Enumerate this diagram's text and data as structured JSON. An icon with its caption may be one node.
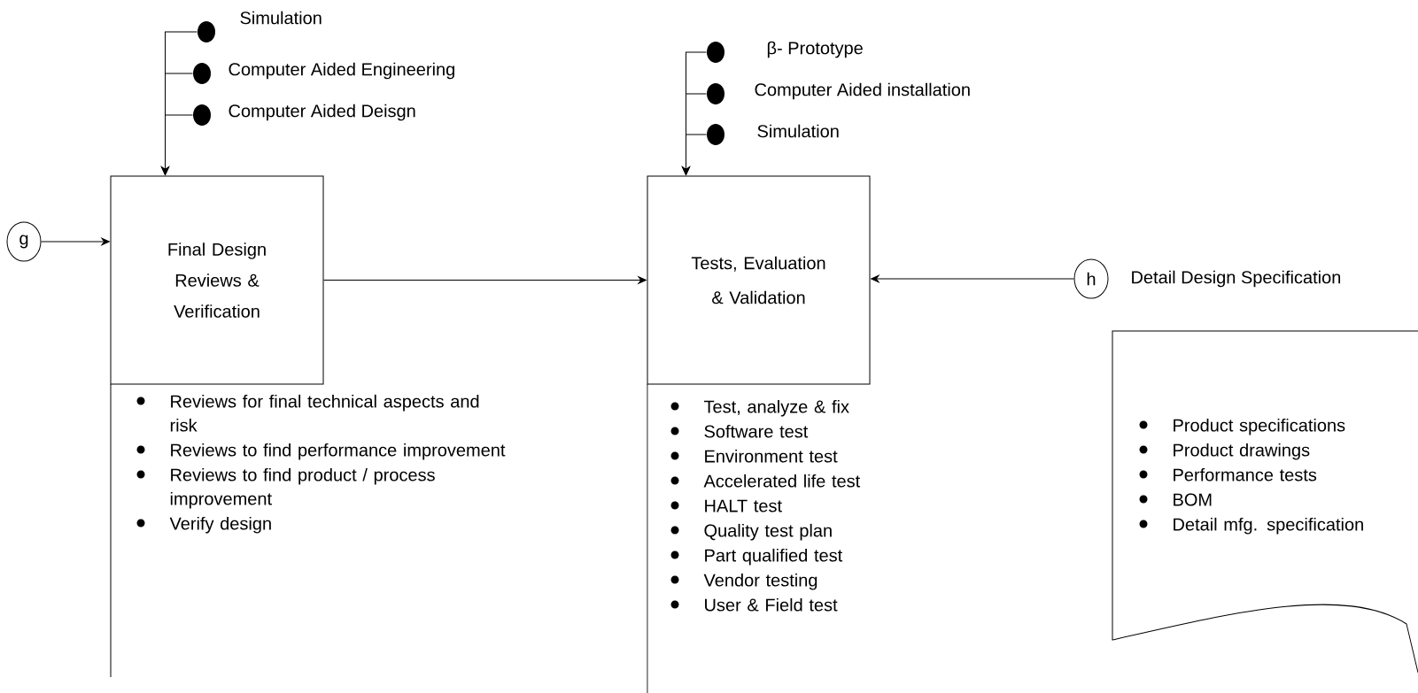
{
  "diagram": {
    "nodes": [
      {
        "text": [],
        "shape": "circle",
        "beside": [
          "Simulation"
        ]
      },
      {
        "text": [],
        "shape": "circle",
        "beside": [
          "Computer Aided Engineering"
        ]
      },
      {
        "text": [],
        "shape": "circle",
        "beside": [
          "Computer Aided Deisgn"
        ]
      },
      {
        "text": [
          "g"
        ]
      },
      {
        "text": [
          "Final Design Reviews & Verification"
        ],
        "beside": [
          "Reviews for final technical aspects and risk",
          "Reviews to find performance improvement",
          "Reviews to find product / process improvement",
          "Verify design"
        ]
      },
      {
        "text": [],
        "shape": "circle",
        "beside": [
          "β- Prototype"
        ]
      },
      {
        "text": [],
        "shape": "circle",
        "beside": [
          "Computer Aided installation"
        ]
      },
      {
        "text": [],
        "shape": "circle",
        "beside": [
          "Simulation"
        ]
      },
      {
        "text": [
          "Tests, Evaluation & Validation"
        ],
        "beside": [
          "Test, analyze &  fix",
          "Software test",
          "Environment test",
          "Accelerated life test",
          "HALT test",
          "Quality test plan",
          "Part qualified test",
          "Vendor testing",
          "User & Field test"
        ]
      },
      {
        "text": [
          "h"
        ],
        "beside": [
          "Detail Design Specification"
        ]
      },
      {
        "text": [
          "Product specifications",
          "Product drawings",
          "Performance tests",
          "BOM",
          "Detail mfg. specification"
        ]
      }
    ],
    "edges": [
      {
        "from": 0,
        "to": 4,
        "arrow": "to"
      },
      {
        "from": 1,
        "to": 4,
        "arrow": "to"
      },
      {
        "from": 2,
        "to": 4,
        "arrow": "to"
      },
      {
        "from": 3,
        "to": 4,
        "arrow": "to"
      },
      {
        "from": 4,
        "to": 8,
        "arrow": "to"
      },
      {
        "from": 5,
        "to": 8,
        "arrow": "to"
      },
      {
        "from": 6,
        "to": 8,
        "arrow": "to"
      },
      {
        "from": 7,
        "to": 8,
        "arrow": "to"
      },
      {
        "from": 9,
        "to": 8,
        "arrow": "to"
      }
    ]
  }
}
